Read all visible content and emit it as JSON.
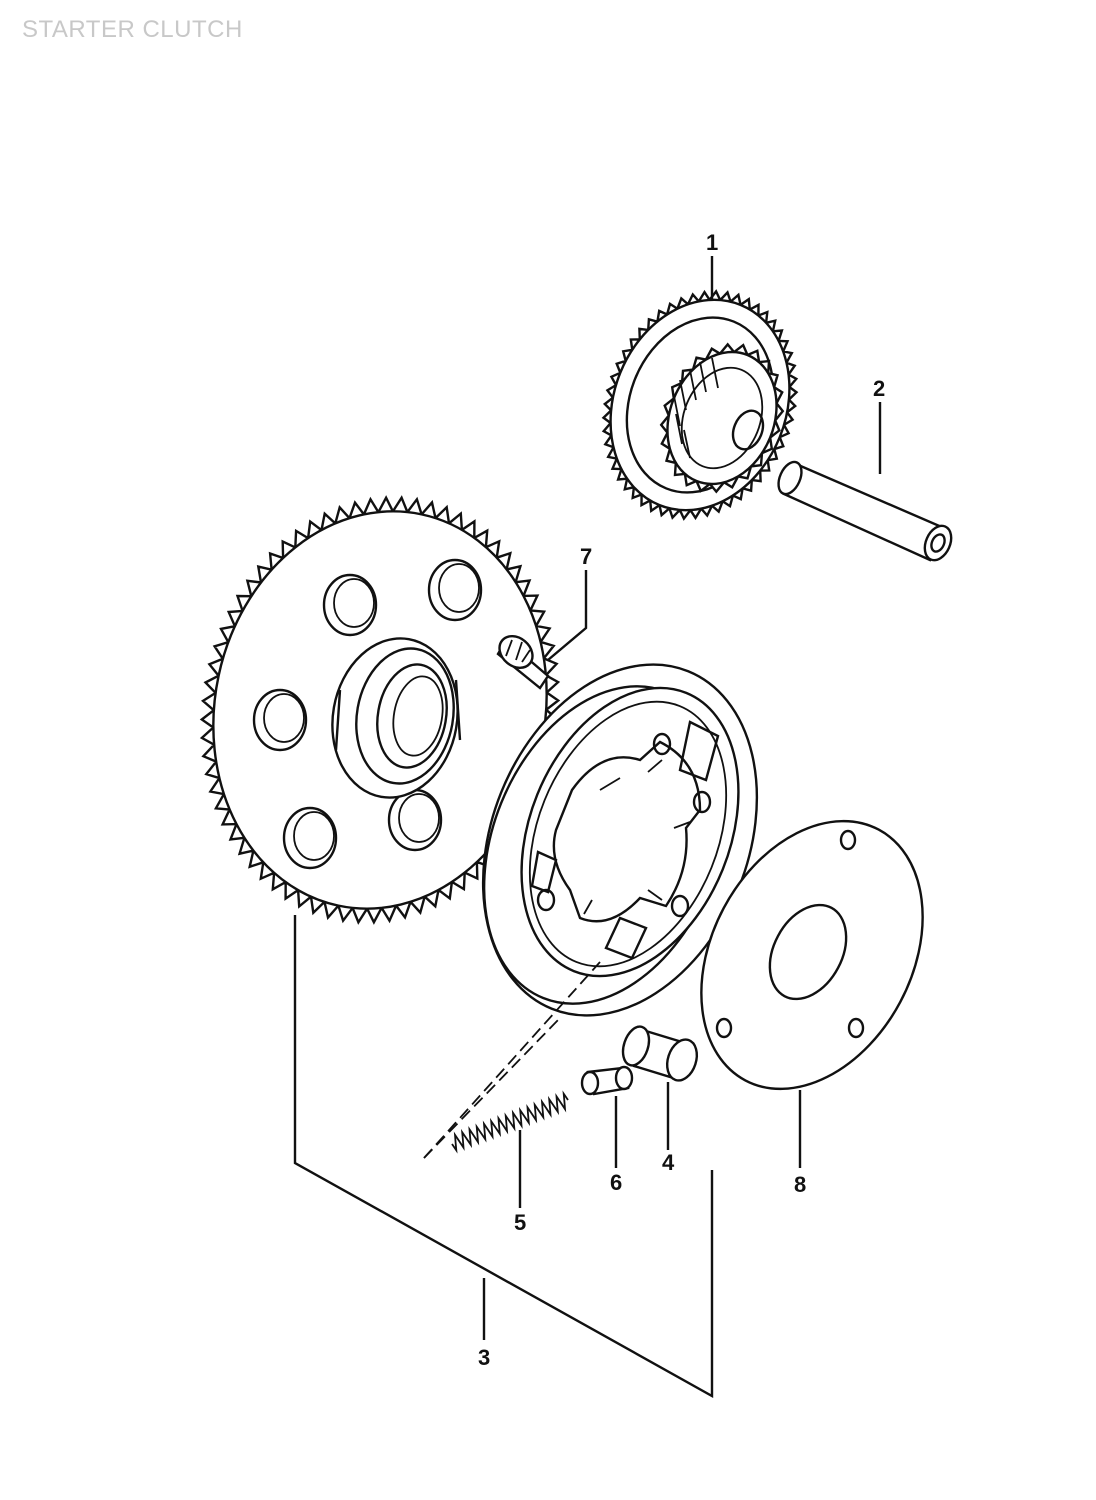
{
  "header": {
    "title": "STARTER CLUTCH"
  },
  "callouts": [
    {
      "id": "1",
      "text": "1"
    },
    {
      "id": "2",
      "text": "2"
    },
    {
      "id": "3",
      "text": "3"
    },
    {
      "id": "4",
      "text": "4"
    },
    {
      "id": "5",
      "text": "5"
    },
    {
      "id": "6",
      "text": "6"
    },
    {
      "id": "7",
      "text": "7"
    },
    {
      "id": "8",
      "text": "8"
    }
  ],
  "colors": {
    "line": "#111111",
    "title": "#c8c8c8",
    "background": "#ffffff"
  }
}
